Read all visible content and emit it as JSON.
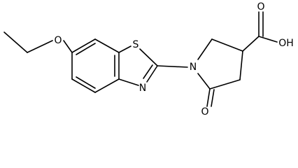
{
  "atoms": {
    "ether_oxygen": "O",
    "thiazole_sulfur": "S",
    "thiazole_nitrogen": "N",
    "pyrrolidine_nitrogen": "N",
    "carbonyl_oxygen": "O",
    "carboxylic_acid": "OH",
    "acid_carbonyl_oxygen": "O"
  },
  "colors": {
    "bond": "#000000",
    "background": "#ffffff"
  }
}
